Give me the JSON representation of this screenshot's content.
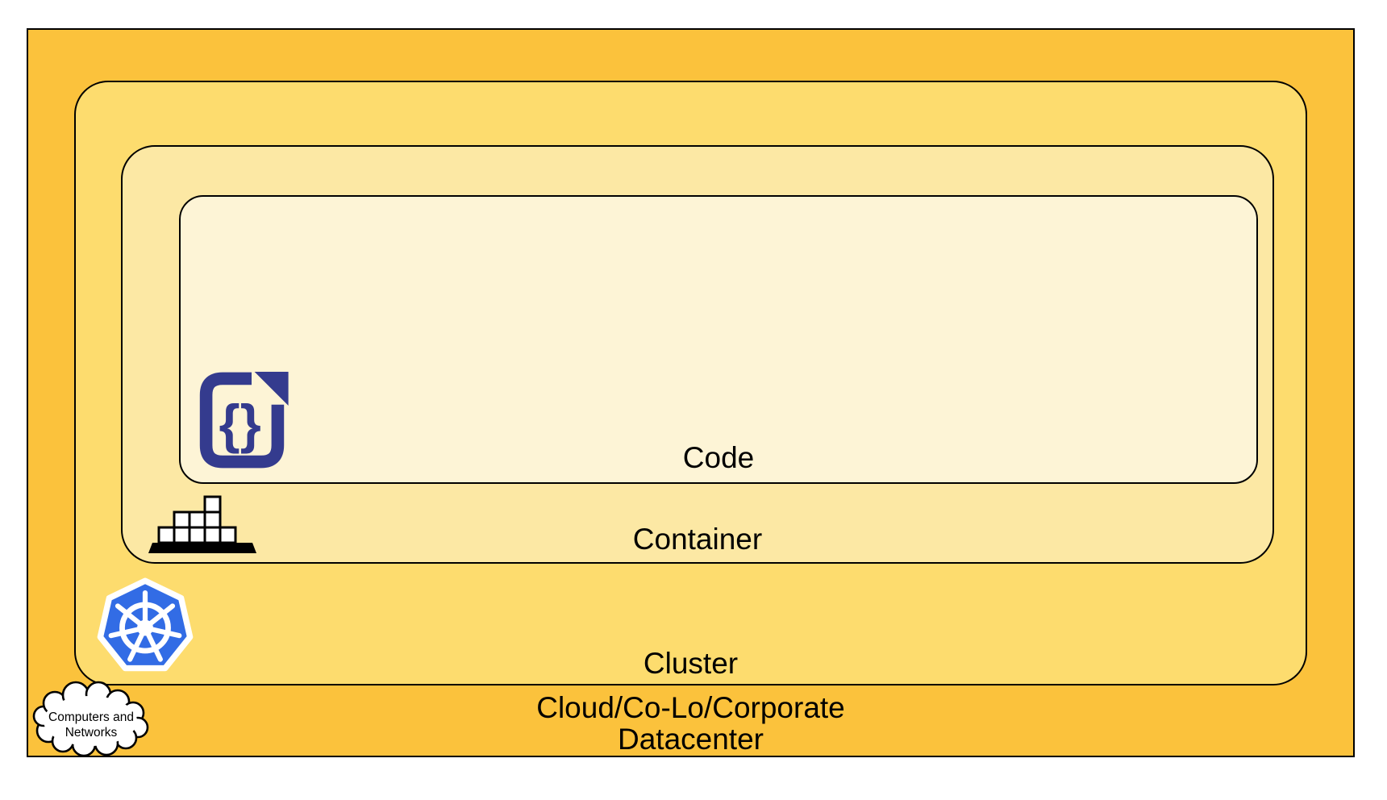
{
  "labels": {
    "code": "Code",
    "container": "Container",
    "cluster": "Cluster",
    "datacenter_line1": "Cloud/Co-Lo/Corporate",
    "datacenter_line2": "Datacenter"
  },
  "cloud_callout": {
    "line1": "Computers and",
    "line2": "Networks"
  },
  "icons": {
    "code": "code-file-braces-icon",
    "container": "container-blocks-icon",
    "cluster": "kubernetes-helm-icon",
    "datacenter": "cloud-computers-networks-icon"
  },
  "colors": {
    "datacenter_fill": "#FBC23C",
    "cluster_fill": "#FDDC6E",
    "container_fill": "#FCE8A4",
    "code_fill": "#FDF4D6",
    "outline": "#000000",
    "code_icon_navy": "#343B8E",
    "kubernetes_blue": "#326CE5",
    "label_text": "#000000"
  }
}
